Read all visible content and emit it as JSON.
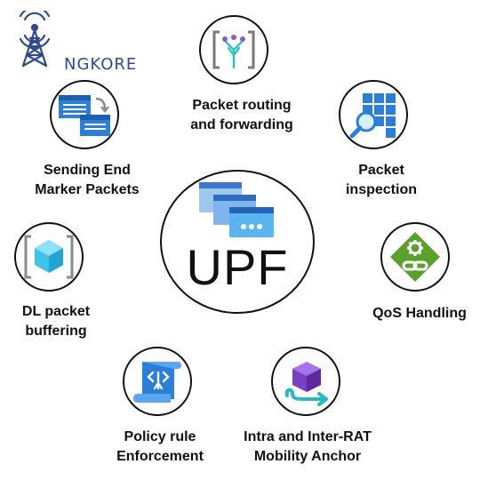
{
  "logo": {
    "text": "NGKORE",
    "icon": "cell-tower-icon",
    "color": "#2f4a8c"
  },
  "center": {
    "title": "UPF",
    "icon": "app-windows-icon"
  },
  "functions": [
    {
      "id": "routing",
      "line1": "Packet routing",
      "line2": "and forwarding",
      "icon": "routing-brackets-icon"
    },
    {
      "id": "inspection",
      "line1": "Packet",
      "line2": "inspection",
      "icon": "grid-magnifier-icon"
    },
    {
      "id": "qos",
      "line1": "QoS Handling",
      "line2": "",
      "icon": "gear-link-diamond-icon"
    },
    {
      "id": "mobility",
      "line1": "Intra and Inter-RAT",
      "line2": "Mobility Anchor",
      "icon": "purple-cube-arrow-icon"
    },
    {
      "id": "policy",
      "line1": "Policy rule",
      "line2": "Enforcement",
      "icon": "scroll-code-icon"
    },
    {
      "id": "buffering",
      "line1": "DL packet",
      "line2": "buffering",
      "icon": "cube-brackets-icon"
    },
    {
      "id": "endmarker",
      "line1": "Sending End",
      "line2": "Marker Packets",
      "icon": "windows-arrow-icon"
    }
  ]
}
